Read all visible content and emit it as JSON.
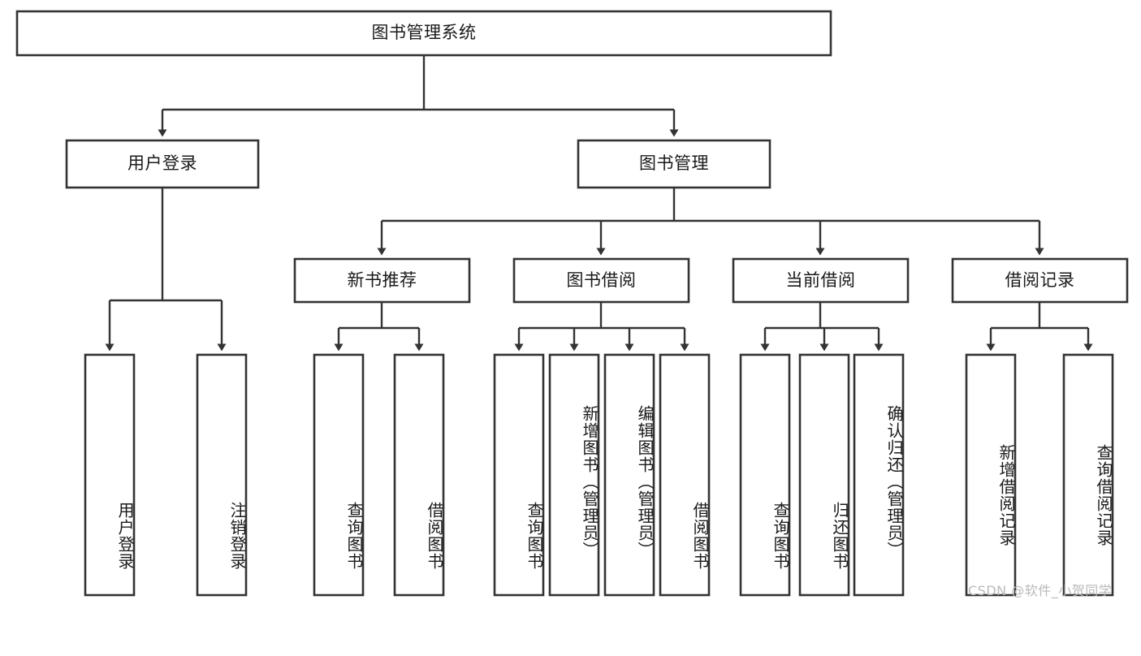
{
  "diagram": {
    "type": "tree-hierarchy-chart",
    "title": "图书管理系统",
    "root": {
      "label": "图书管理系统",
      "name": "root-node-library-management-system"
    },
    "level2": [
      {
        "label": "用户登录",
        "name": "node-user-login"
      },
      {
        "label": "图书管理",
        "name": "node-book-management"
      }
    ],
    "level3": [
      {
        "label": "新书推荐",
        "name": "node-new-book-recommendation"
      },
      {
        "label": "图书借阅",
        "name": "node-book-borrowing"
      },
      {
        "label": "当前借阅",
        "name": "node-current-borrowing"
      },
      {
        "label": "借阅记录",
        "name": "node-borrowing-records"
      }
    ],
    "leaves": {
      "user_login": [
        {
          "label": "用户登录",
          "name": "leaf-user-login"
        },
        {
          "label": "注销登录",
          "name": "leaf-logout"
        }
      ],
      "new_book_recommendation": [
        {
          "label": "查询图书",
          "name": "leaf-query-book-nbr"
        },
        {
          "label": "借阅图书",
          "name": "leaf-borrow-book-nbr"
        }
      ],
      "book_borrowing": [
        {
          "label": "查询图书",
          "name": "leaf-query-book-bb"
        },
        {
          "label": "新增图书（管理员）",
          "name": "leaf-add-book-admin"
        },
        {
          "label": "编辑图书（管理员）",
          "name": "leaf-edit-book-admin"
        },
        {
          "label": "借阅图书",
          "name": "leaf-borrow-book-bb"
        }
      ],
      "current_borrowing": [
        {
          "label": "查询图书",
          "name": "leaf-query-book-cb"
        },
        {
          "label": "归还图书",
          "name": "leaf-return-book"
        },
        {
          "label": "确认归还（管理员）",
          "name": "leaf-confirm-return-admin"
        }
      ],
      "borrowing_records": [
        {
          "label": "新增借阅记录",
          "name": "leaf-add-borrow-record"
        },
        {
          "label": "查询借阅记录",
          "name": "leaf-query-borrow-record"
        }
      ]
    },
    "watermark": "CSDN @软件_小贺同学",
    "colors": {
      "background": "#ffffff",
      "box_fill": "#ffffff",
      "box_stroke": "#333333",
      "text": "#1a1a1a",
      "watermark": "#b9b9b9"
    }
  }
}
